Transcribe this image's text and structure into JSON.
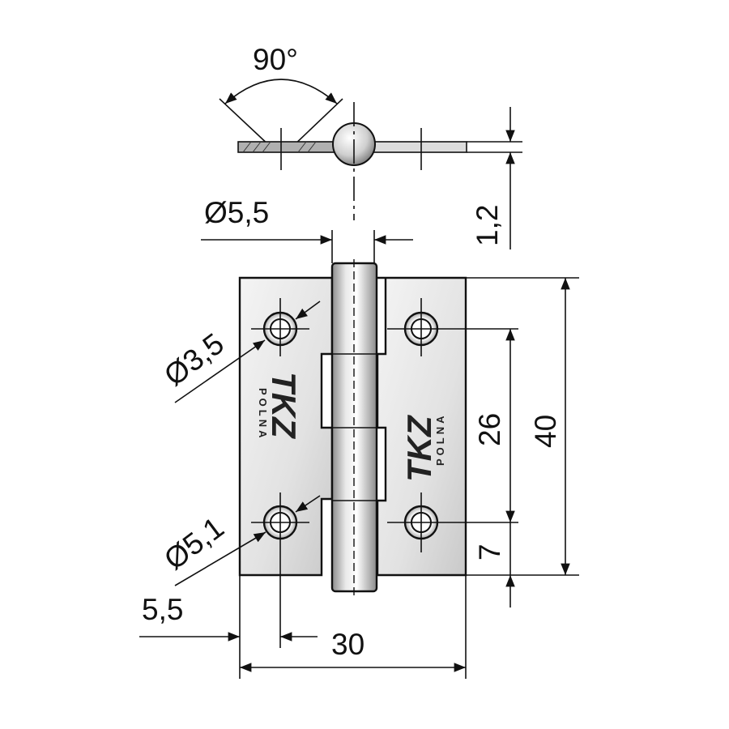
{
  "drawing": {
    "dimensions": {
      "opening_angle": "90°",
      "pin_diameter": "Ø5,5",
      "leaf_thickness": "1,2",
      "hole_diameter_top": "Ø3,5",
      "hole_diameter_bottom": "Ø5,1",
      "hole_spacing": "26",
      "total_height": "40",
      "bottom_offset": "7",
      "side_offset": "5,5",
      "total_width": "30"
    },
    "logo": {
      "brand": "TKZ",
      "subtitle": "POLNA"
    },
    "colors": {
      "line": "#111111",
      "metal_light": "#f2f2f2",
      "metal_dark": "#9a9a9a"
    }
  }
}
